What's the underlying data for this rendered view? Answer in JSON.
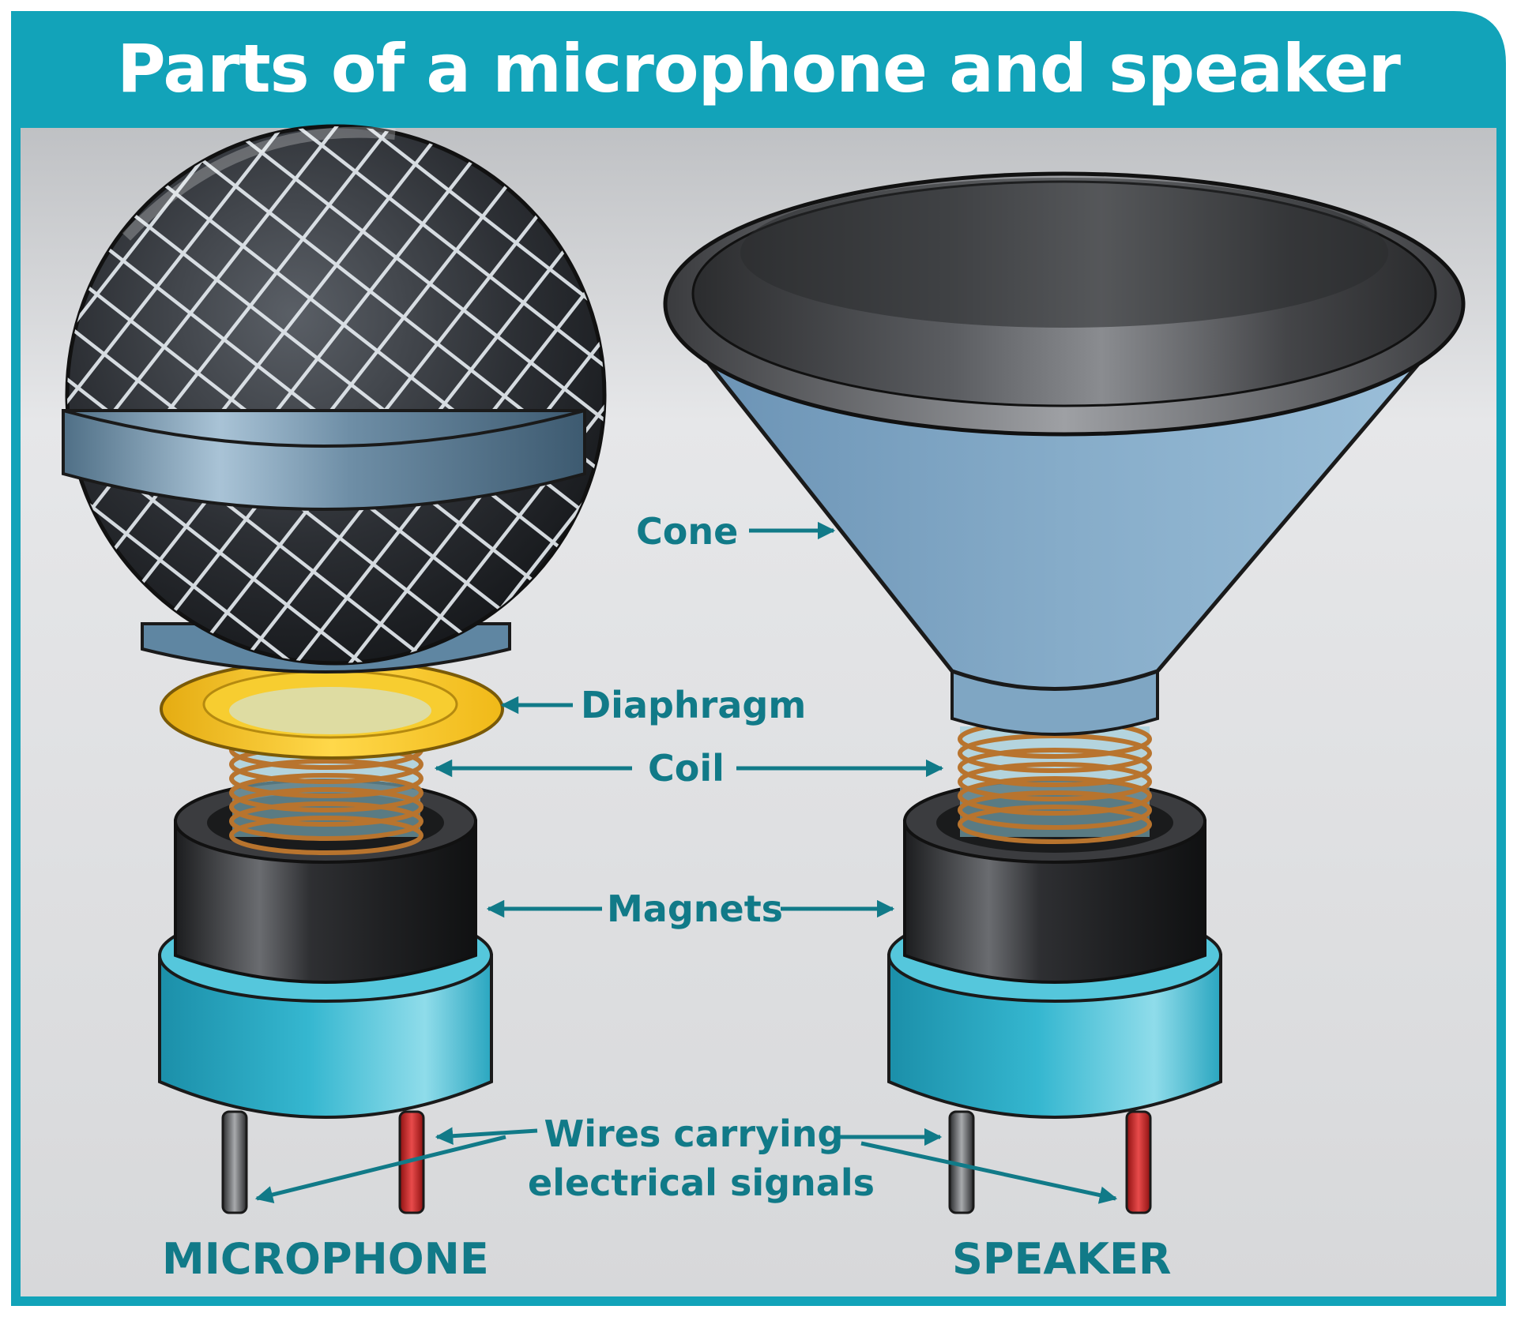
{
  "title": "Parts of a microphone and speaker",
  "labels": {
    "cone": "Cone",
    "diaphragm": "Diaphragm",
    "coil": "Coil",
    "magnets": "Magnets",
    "wires_line1": "Wires carrying",
    "wires_line2": "electrical signals"
  },
  "captions": {
    "microphone": "MICROPHONE",
    "speaker": "SPEAKER"
  },
  "colors": {
    "teal_banner": "#12a3b9",
    "label_teal": "#117a88",
    "background_gray": "#d8d9db",
    "coil_copper": "#b8742e",
    "diaphragm_yellow": "#f2c21e",
    "wire_red": "#cc1f1f",
    "magnet_black": "#2a2b2d",
    "base_cyan": "#35b7d0"
  }
}
